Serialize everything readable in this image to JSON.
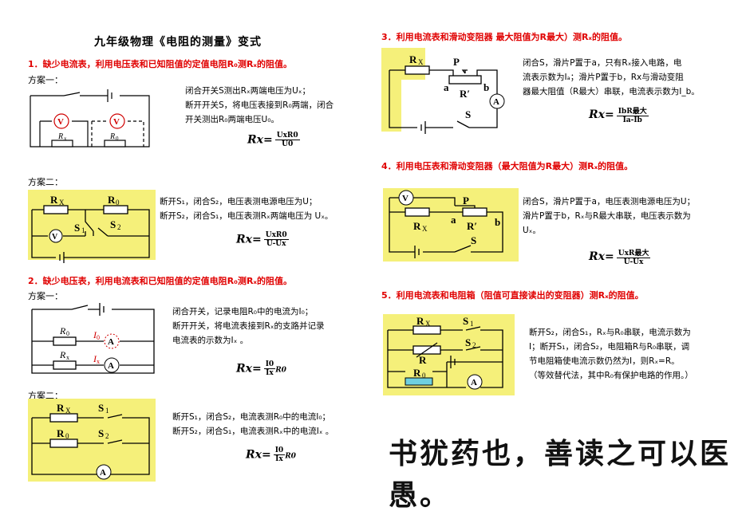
{
  "title": "九年级物理《电阻的测量》变式",
  "s1": {
    "heading": "1．缺少电流表，利用电压表和已知阻值的定值电阻R₀测Rₓ的阻值。",
    "plan1_label": "方案一：",
    "plan1_lines": [
      "闭合开关S测出Rₓ两端电压为Uₓ；",
      "断开开关S，将电压表接到R₀两端，闭合",
      "开关测出R₀两端电压U₀。"
    ],
    "plan1_formula": {
      "lhs": "Rx",
      "num": "UxR0",
      "den": "U0"
    },
    "plan2_label": "方案二：",
    "plan2_lines": [
      "断开S₁，闭合S₂，电压表测电源电压为U；",
      "断开S₂，闭合S₁，电压表测Rₓ两端电压为 Uₓ。"
    ],
    "plan2_formula": {
      "lhs": "Rx",
      "num": "UxR0",
      "den": "U-Ux"
    }
  },
  "s2": {
    "heading": "2．缺少电压表，利用电流表和已知阻值的定值电阻R₀测Rₓ的阻值。",
    "plan1_label": "方案一：",
    "plan1_lines": [
      "闭合开关，记录电阻R₀中的电流为I₀；",
      "断开开关，将电流表接到Rₓ的支路并记录",
      "电流表的示数为Iₓ 。"
    ],
    "plan1_formula": {
      "lhs": "Rx",
      "num": "I0",
      "den": "Ix",
      "tail": "R0"
    },
    "plan2_label": "方案二：",
    "plan2_lines": [
      "断开S₁，闭合S₂，电流表测R₀中的电流I₀；",
      "断开S₂，闭合S₁，电流表测Rₓ中的电流Iₓ 。"
    ],
    "plan2_formula": {
      "lhs": "Rx",
      "num": "I0",
      "den": "Ix",
      "tail": "R0"
    }
  },
  "s3": {
    "heading": "3．利用电流表和滑动变阻器 最大阻值为R最大）测Rₓ的阻值。",
    "lines": [
      "闭合S，滑片P置于a，只有Rₓ接入电路，电",
      "流表示数为Iₐ；滑片P置于b，Rx与滑动变阻",
      "器最大阻值（R最大）串联，电流表示数为I_b。"
    ],
    "formula": {
      "lhs": "Rx",
      "num": "IbR最大",
      "den": "Ia-Ib"
    }
  },
  "s4": {
    "heading": "4．利用电压表和滑动变阻器（最大阻值为R最大）测Rₓ的阻值。",
    "lines": [
      "闭合S，滑片P置于a，电压表测电源电压为U；",
      "滑片P置于b，Rₓ与R最大串联，电压表示数为",
      "Uₓ。"
    ],
    "formula": {
      "lhs": "Rx",
      "num": "UxR最大",
      "den": "U-Ux"
    }
  },
  "s5": {
    "heading": "5．利用电流表和电阻箱（阻值可直接读出的变阻器）测Rₓ的阻值。",
    "lines": [
      "断开S₂，闭合S₁，Rₓ与R₀串联，电流示数为",
      "I；断开S₁，闭合S₂，电阻箱R与R₀串联，调",
      "节电阻箱使电流示数仍然为I，则Rₓ=R。",
      "（等效替代法，其中R₀有保护电路的作用。）"
    ]
  },
  "motto": "书犹药也，善读之可以医愚。",
  "colors": {
    "accent_red": "#e00000",
    "highlight_yellow": "#f5f07a",
    "meter_red": "#d00000"
  }
}
